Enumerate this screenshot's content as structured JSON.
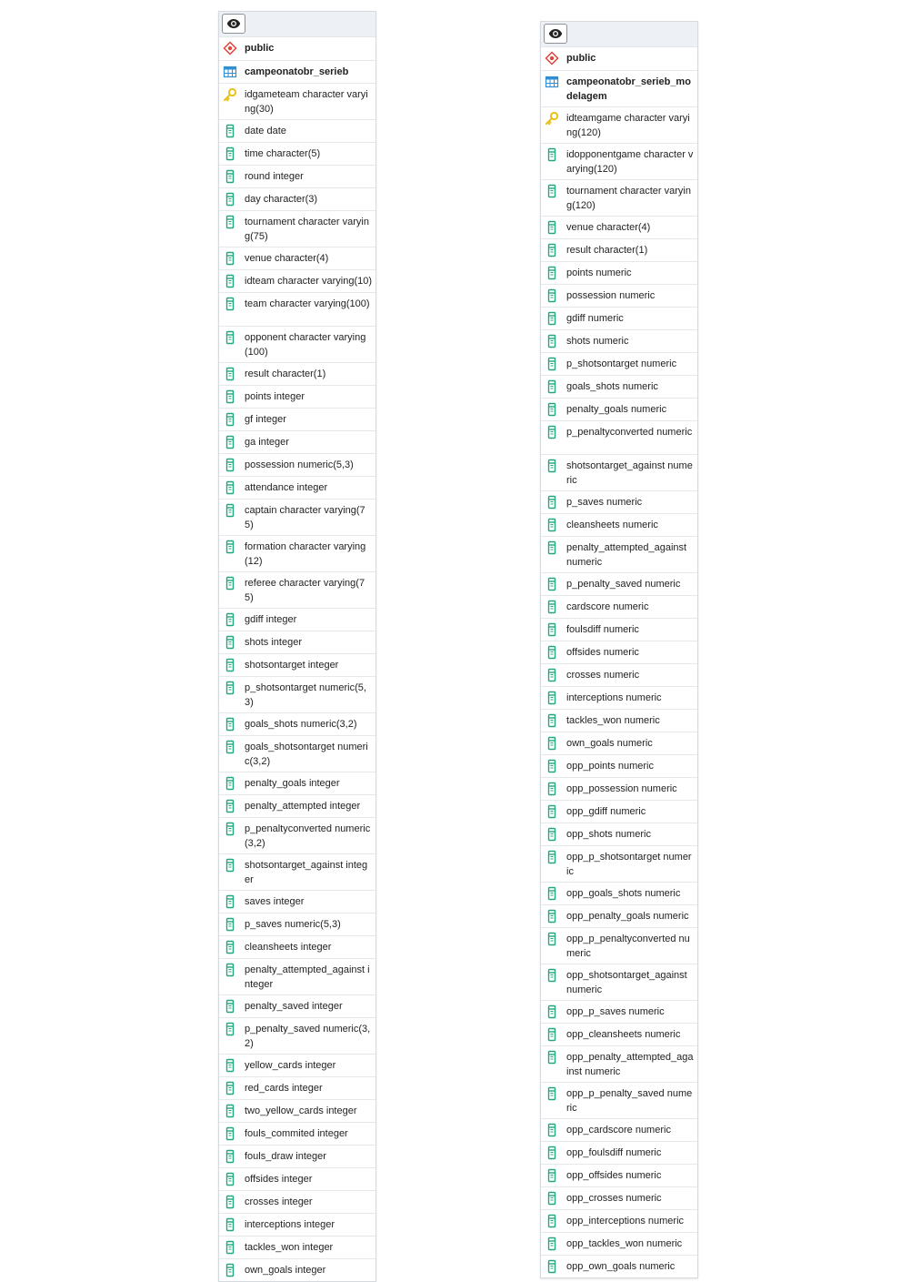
{
  "tables": [
    {
      "schema": "public",
      "name": "campeonatobr_serieb",
      "columns": [
        {
          "text": "idgameteam character varying(30)",
          "key": true
        },
        {
          "text": "date date"
        },
        {
          "text": "time character(5)"
        },
        {
          "text": "round integer"
        },
        {
          "text": "day character(3)"
        },
        {
          "text": "tournament character varying(75)"
        },
        {
          "text": "venue character(4)"
        },
        {
          "text": "idteam character varying(10)"
        },
        {
          "text": "team character varying(100)",
          "tall": true
        },
        {
          "text": "opponent character varying (100)"
        },
        {
          "text": "result character(1)"
        },
        {
          "text": "points integer"
        },
        {
          "text": "gf integer"
        },
        {
          "text": "ga integer"
        },
        {
          "text": "possession numeric(5,3)"
        },
        {
          "text": "attendance integer"
        },
        {
          "text": "captain character varying(75)"
        },
        {
          "text": "formation character varying (12)"
        },
        {
          "text": "referee character varying(75)"
        },
        {
          "text": "gdiff integer"
        },
        {
          "text": "shots integer"
        },
        {
          "text": "shotsontarget integer"
        },
        {
          "text": "p_shotsontarget numeric(5,3)"
        },
        {
          "text": "goals_shots numeric(3,2)"
        },
        {
          "text": "goals_shotsontarget numeric(3,2)"
        },
        {
          "text": "penalty_goals integer"
        },
        {
          "text": "penalty_attempted integer"
        },
        {
          "text": "p_penaltyconverted numeric (3,2)"
        },
        {
          "text": "shotsontarget_against integer"
        },
        {
          "text": "saves integer"
        },
        {
          "text": "p_saves numeric(5,3)"
        },
        {
          "text": "cleansheets integer"
        },
        {
          "text": "penalty_attempted_against integer"
        },
        {
          "text": "penalty_saved integer"
        },
        {
          "text": "p_penalty_saved numeric(3,2)"
        },
        {
          "text": "yellow_cards integer"
        },
        {
          "text": "red_cards integer"
        },
        {
          "text": "two_yellow_cards integer"
        },
        {
          "text": "fouls_commited integer"
        },
        {
          "text": "fouls_draw integer"
        },
        {
          "text": "offsides integer"
        },
        {
          "text": "crosses integer"
        },
        {
          "text": "interceptions integer"
        },
        {
          "text": "tackles_won integer"
        },
        {
          "text": "own_goals integer"
        }
      ]
    },
    {
      "schema": "public",
      "name": "campeonatobr_serieb_modelagem",
      "columns": [
        {
          "text": "idteamgame character varying(120)",
          "key": true
        },
        {
          "text": "idopponentgame character varying(120)"
        },
        {
          "text": "tournament character varying(120)"
        },
        {
          "text": "venue character(4)"
        },
        {
          "text": "result character(1)"
        },
        {
          "text": "points numeric"
        },
        {
          "text": "possession numeric"
        },
        {
          "text": "gdiff numeric"
        },
        {
          "text": "shots numeric"
        },
        {
          "text": "p_shotsontarget numeric"
        },
        {
          "text": "goals_shots numeric"
        },
        {
          "text": "penalty_goals numeric"
        },
        {
          "text": "p_penaltyconverted numeric",
          "tall": true
        },
        {
          "text": "shotsontarget_against numeric"
        },
        {
          "text": "p_saves numeric"
        },
        {
          "text": "cleansheets numeric"
        },
        {
          "text": "penalty_attempted_against numeric"
        },
        {
          "text": "p_penalty_saved numeric"
        },
        {
          "text": "cardscore numeric"
        },
        {
          "text": "foulsdiff numeric"
        },
        {
          "text": "offsides numeric"
        },
        {
          "text": "crosses numeric"
        },
        {
          "text": "interceptions numeric"
        },
        {
          "text": "tackles_won numeric"
        },
        {
          "text": "own_goals numeric"
        },
        {
          "text": "opp_points numeric"
        },
        {
          "text": "opp_possession numeric"
        },
        {
          "text": "opp_gdiff numeric"
        },
        {
          "text": "opp_shots numeric"
        },
        {
          "text": "opp_p_shotsontarget numeric"
        },
        {
          "text": "opp_goals_shots numeric"
        },
        {
          "text": "opp_penalty_goals numeric"
        },
        {
          "text": "opp_p_penaltyconverted numeric"
        },
        {
          "text": "opp_shotsontarget_against numeric"
        },
        {
          "text": "opp_p_saves numeric"
        },
        {
          "text": "opp_cleansheets numeric"
        },
        {
          "text": "opp_penalty_attempted_against numeric"
        },
        {
          "text": "opp_p_penalty_saved numeric"
        },
        {
          "text": "opp_cardscore numeric"
        },
        {
          "text": "opp_foulsdiff numeric"
        },
        {
          "text": "opp_offsides numeric"
        },
        {
          "text": "opp_crosses numeric"
        },
        {
          "text": "opp_interceptions numeric"
        },
        {
          "text": "opp_tackles_won numeric"
        },
        {
          "text": "opp_own_goals numeric"
        }
      ]
    }
  ],
  "icons": {
    "header": "eye-icon",
    "schema": "schema-icon",
    "table": "table-icon",
    "key": "key-icon",
    "column": "column-icon"
  },
  "colors": {
    "schema": "#e0443b",
    "table": "#2f8fd6",
    "key": "#e8c21a",
    "column": "#23a77e"
  }
}
